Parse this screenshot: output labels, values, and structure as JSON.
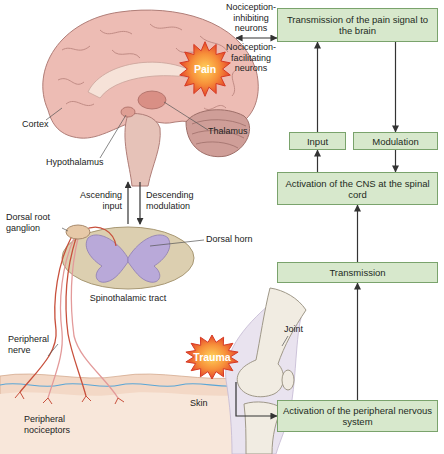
{
  "diagram": {
    "nodes": [
      {
        "text": [
          "Pain"
        ]
      },
      {
        "text": [
          "Transmission of the pain signal to the brain"
        ]
      },
      {
        "text": [
          "Input"
        ]
      },
      {
        "text": [
          "Modulation"
        ]
      },
      {
        "text": [
          "Activation of the CNS at the spinal cord"
        ]
      },
      {
        "text": [
          "Transmission"
        ]
      },
      {
        "text": [
          "Trauma"
        ]
      },
      {
        "text": [
          "Activation of the peripheral nervous system"
        ]
      }
    ],
    "edges": [
      {
        "from": 0,
        "to": 1,
        "arrow": "both"
      },
      {
        "from": 7,
        "to": 5,
        "arrow": "to"
      },
      {
        "from": 5,
        "to": 4,
        "arrow": "to"
      },
      {
        "from": 4,
        "to": 2,
        "arrow": "to"
      },
      {
        "from": 2,
        "to": 1,
        "arrow": "to"
      },
      {
        "from": 1,
        "to": 3,
        "arrow": "to"
      },
      {
        "from": 3,
        "to": 4,
        "arrow": "to"
      },
      {
        "from": 6,
        "to": 7,
        "arrow": "to"
      }
    ],
    "labels": [
      "Nociception-inhibiting neurons",
      "Nociception-facilitating neurons",
      "Cortex",
      "Hypothalamus",
      "Thalamus",
      "Ascending input",
      "Descending modulation",
      "Dorsal root ganglion",
      "Dorsal horn",
      "Spinothalamic tract",
      "Peripheral nerve",
      "Joint",
      "Skin",
      "Peripheral nociceptors"
    ]
  }
}
